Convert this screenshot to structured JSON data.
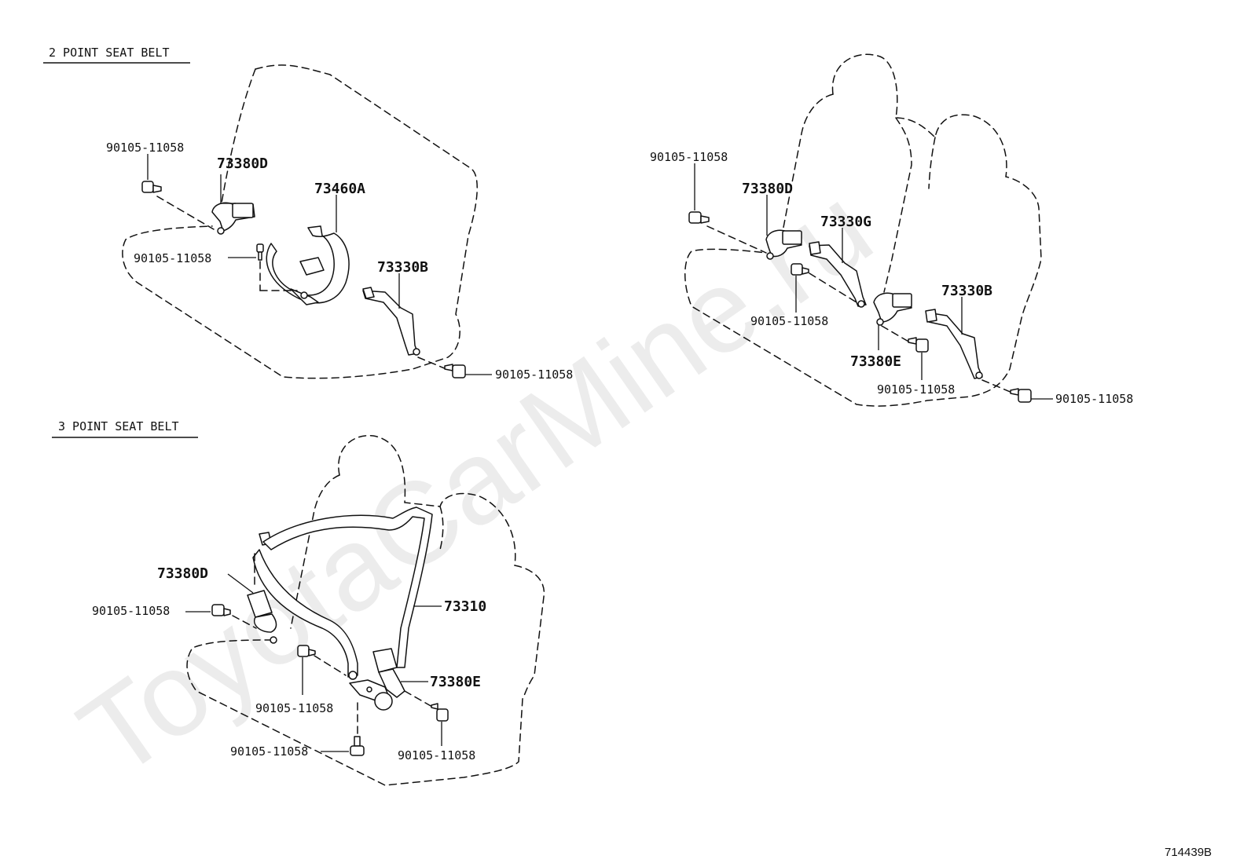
{
  "watermark": "ToyotaCarMine.ru",
  "sections": {
    "two_point": "2 POINT SEAT BELT",
    "three_point": "3 POINT SEAT BELT"
  },
  "diagram_code": "714439B",
  "labels": {
    "two_point": {
      "bolt_top": "90105-11058",
      "buckle_d": "73380D",
      "lap_a": "73460A",
      "bolt_mid": "90105-11058",
      "belt_b": "73330B",
      "bolt_right": "90105-11058"
    },
    "bench": {
      "bolt_top": "90105-11058",
      "buckle_d": "73380D",
      "belt_g": "73330G",
      "belt_b": "73330B",
      "bolt_center": "90105-11058",
      "buckle_e": "73380E",
      "bolt_bottom": "90105-11058",
      "bolt_right": "90105-11058"
    },
    "three_point": {
      "buckle_d": "73380D",
      "bolt_left": "90105-11058",
      "belt_main": "73310",
      "buckle_e": "73380E",
      "bolt_center": "90105-11058",
      "bolt_bottom": "90105-11058",
      "bolt_right": "90105-11058"
    }
  }
}
